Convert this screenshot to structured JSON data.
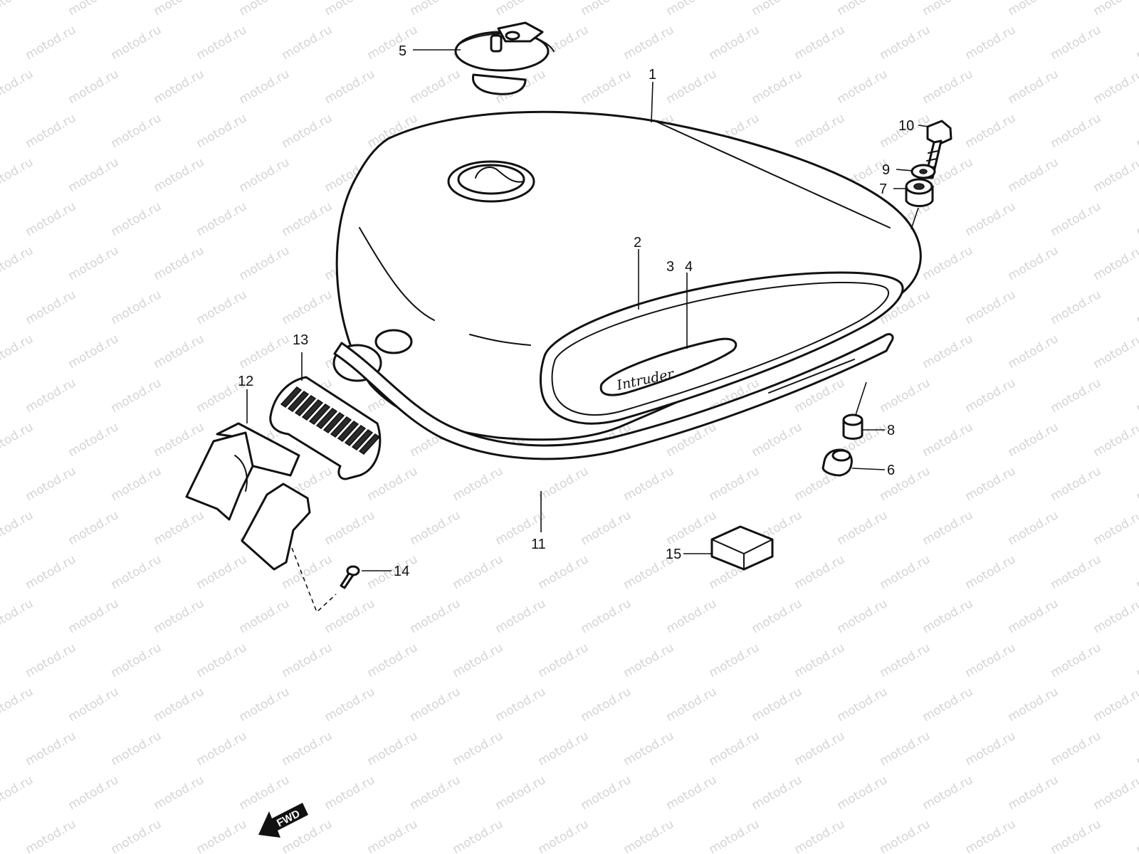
{
  "watermark": "motod.ru",
  "badge_text": "Intruder",
  "fwd_label": "FWD",
  "callouts": {
    "c1": "1",
    "c2": "2",
    "c3": "3",
    "c4": "4",
    "c5": "5",
    "c6": "6",
    "c7": "7",
    "c8": "8",
    "c9": "9",
    "c10": "10",
    "c11": "11",
    "c12": "12",
    "c13": "13",
    "c14": "14",
    "c15": "15"
  },
  "colors": {
    "line": "#111111",
    "watermark": "#d4d4d4",
    "background": "#ffffff"
  }
}
